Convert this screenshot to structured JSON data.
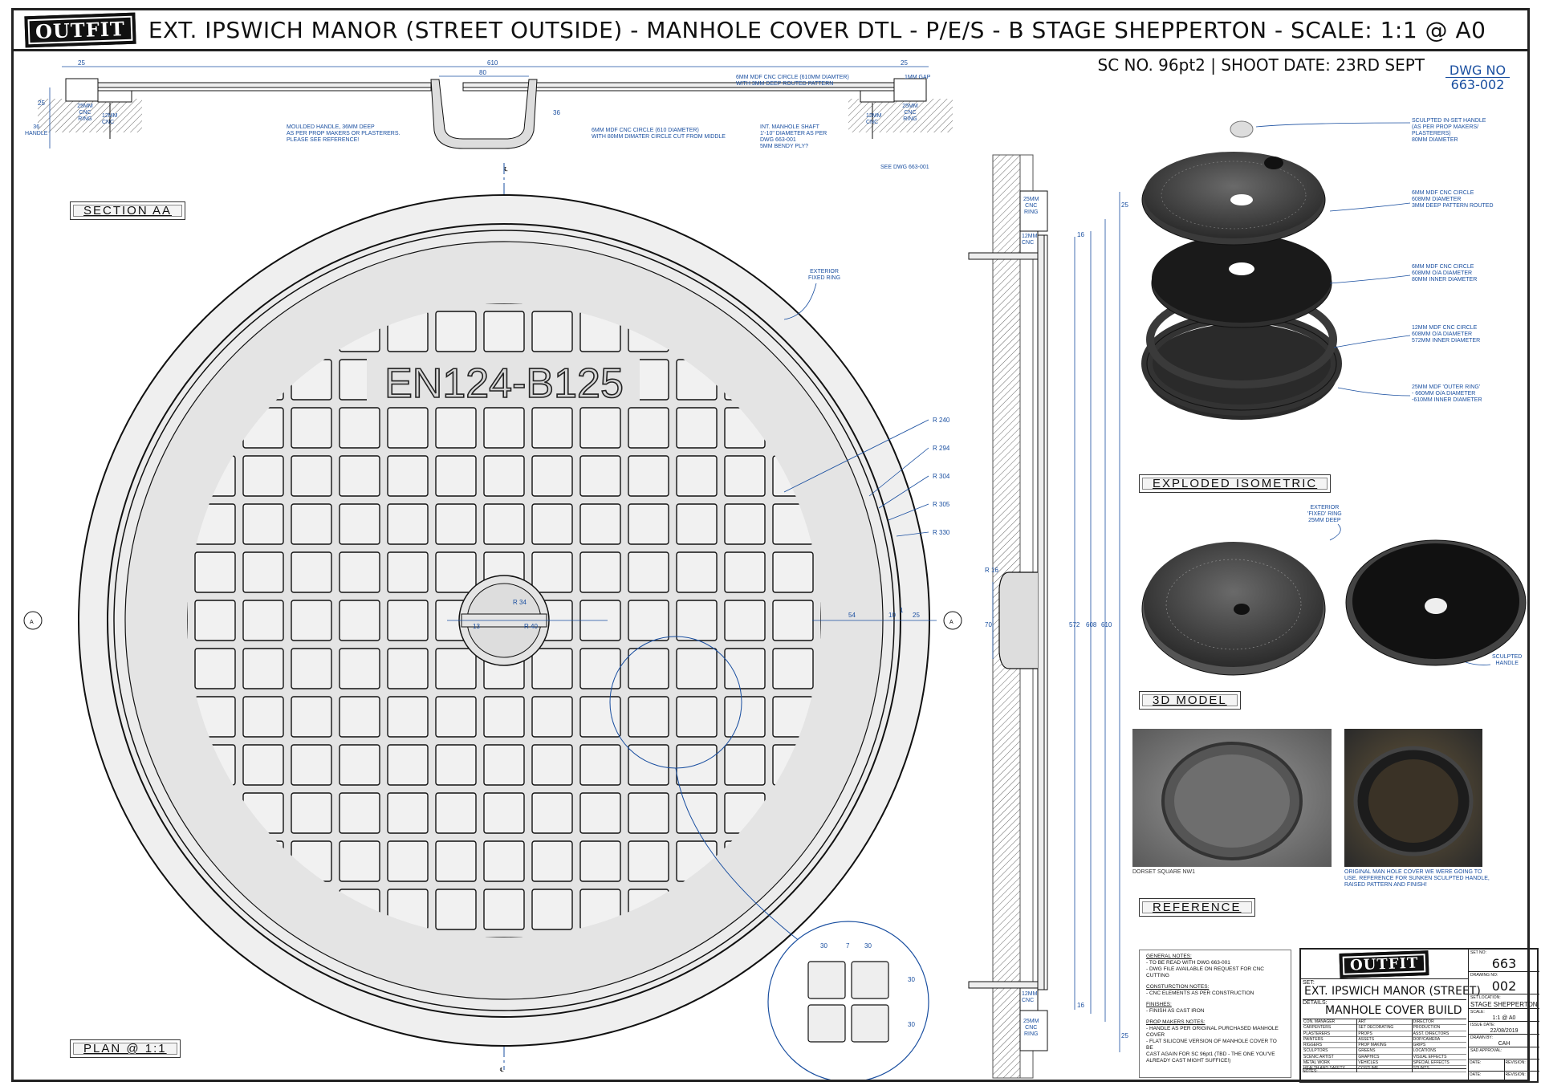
{
  "header": {
    "logo": "OUTFIT",
    "title": "EXT. IPSWICH MANOR (STREET OUTSIDE) - MANHOLE COVER DTL - P/E/S - B STAGE SHEPPERTON - SCALE:  1:1 @ A0"
  },
  "scene": {
    "sc_no_label": "SC NO.",
    "sc_no": "96pt2",
    "shoot_date_label": "| SHOOT DATE:",
    "shoot_date": "23RD SEPT",
    "dwg_no_label": "DWG NO",
    "dwg_no": "663-002"
  },
  "section_labels": {
    "section_aa": "SECTION AA",
    "plan": "PLAN @ 1:1",
    "exploded": "EXPLODED ISOMETRIC",
    "model": "3D MODEL",
    "reference": "REFERENCE"
  },
  "cover_text": "EN124-B125",
  "section_notes": {
    "cnc_ring_25": "25MM\nCNC\nRING",
    "cnc_12": "12MM\nCNC",
    "handle_36": "36\nHANDLE",
    "moulded_handle": "MOULDED HANDLE, 36MM DEEP\nAS PER PROP MAKERS OR PLASTERERS.\nPLEASE SEE REFERENCE!",
    "mdf_610": "6MM MDF CNC CIRCLE (610 DIAMETER)\nWITH 80MM DIMATER CIRCLE CUT FROM MIDDLE",
    "mdf_pattern": "6MM MDF CNC CIRCLE (610MM DIAMTER)\nWITH 3MM DEEP ROUTED PATTERN",
    "gap": "1MM GAP",
    "shaft": "INT. MANHOLE SHAFT\n1'-10\" DIAMETER AS PER\nDWG 663-001\n5MM BENDY PLY?",
    "see_dwg": "SEE DWG 663-001",
    "exterior_ring": "EXTERIOR\nFIXED RING"
  },
  "dims": {
    "d610": "610",
    "d25": "25",
    "d80": "80",
    "d36": "36",
    "r240": "R 240",
    "r294": "R 294",
    "r304": "R 304",
    "r305": "R 305",
    "r330": "R 330",
    "r34": "R 34",
    "r40": "R 40",
    "d13": "13",
    "d54": "54",
    "d10": "10",
    "d1": "1",
    "d30": "30",
    "d7": "7",
    "d70": "70",
    "r16": "R 16",
    "d572": "572",
    "d608": "608",
    "d16": "16",
    "section_marker": "A"
  },
  "iso_notes": {
    "handle": "SCULPTED IN-SET HANDLE\n(AS PER PROP MAKERS/\nPLASTERERS)\n80MM DIAMETER",
    "top": "6MM MDF CNC CIRCLE\n608MM DIAMETER\n3MM DEEP PATTERN ROUTED",
    "middle": "6MM MDF CNC CIRCLE\n608MM O/A DIAMETER\n80MM INNER DIAMETER",
    "ring12": "12MM MDF CNC CIRCLE\n608MM O/A DIAMETER\n572MM INNER DIAMETER",
    "ring25": "25MM MDF 'OUTER RING'\n- 660MM O/A DIAMETER\n-610MM INNER DIAMETER",
    "ext_ring": "EXTERIOR\n'FIXED' RING\n25MM DEEP",
    "sculpted": "SCULPTED\nHANDLE"
  },
  "reference": {
    "caption1": "DORSET SQUARE NW1",
    "caption2": "ORIGINAL MAN HOLE COVER WE WERE GOING TO\nUSE. REFERENCE FOR SUNKEN SCULPTED HANDLE,\nRAISED PATTERN AND FINISH!"
  },
  "notes": {
    "general_h": "GENERAL NOTES:",
    "general": "- TO BE READ WITH DWG 663-001\n- DWG FILE AVAILABLE ON REQUEST FOR CNC CUTTING",
    "construction_h": "CONSTURCTION NOTES:",
    "construction": "- CNC ELEMENTS AS PER CONSTRUCTION",
    "finishes_h": "FINISHES:",
    "finishes": "- FINISH AS CAST IRON",
    "prop_h": "PROP MAKERS NOTES:",
    "prop": "- HANDLE AS PER ORIGINAL PURCHASED MANHOLE COVER\n- FLAT SILICONE VERSION OF MANHOLE COVER TO BE\n  CAST AGAIN FOR SC 96pt1 (TBD - THE ONE YOU'VE\n  ALREADY CAST MIGHT SUFFICE!)"
  },
  "title_block": {
    "logo": "OUTFIT",
    "set_label": "SET:",
    "set": "EXT. IPSWICH MANOR (STREET)",
    "details_label": "DETAILS:",
    "details": "MANHOLE COVER BUILD",
    "set_no_label": "SET NO:",
    "set_no": "663",
    "drawing_no_label": "DRAWING NO:",
    "drawing_no": "002",
    "set_location_label": "SET LOCATION:",
    "set_location": "STAGE SHEPPERTON",
    "scale_label": "SCALE:",
    "scale": "1:1 @ A0",
    "issue_date_label": "ISSUE DATE:",
    "issue_date": "22/08/2019",
    "drawn_by_label": "DRAWN BY:",
    "drawn_by": "CAH",
    "sad_approval_label": "SAD APPROVAL:",
    "date_label": "DATE:",
    "revision_label": "REVISION:",
    "notes_label": "NOTES:",
    "dept_col1": [
      "CON. MANAGER",
      "CARPENTERS",
      "PLASTERERS",
      "PAINTERS",
      "RIGGERS",
      "SCULPTORS",
      "SCENIC ARTIST",
      "METAL WORK",
      "HEALTH AND SAFETY"
    ],
    "dept_col2": [
      "ART",
      "SET DECORATING",
      "PROPS",
      "ASSETS",
      "PROP MAKING",
      "GREENS",
      "GRAPHICS",
      "VEHICLES",
      "COSTUME"
    ],
    "dept_col3": [
      "DIRECTOR",
      "PRODUCTION",
      "ASST. DIRECTORS",
      "DOP/CAMERA",
      "GRIPS",
      "LOCATIONS",
      "VISUAL EFFECTS",
      "SPECIAL EFFECTS",
      "STUNTS"
    ]
  },
  "colors": {
    "line": "#111111",
    "annotation": "#1a4fa0",
    "fill_light": "#eeeeee",
    "iron_dark": "#3a3a3a"
  }
}
